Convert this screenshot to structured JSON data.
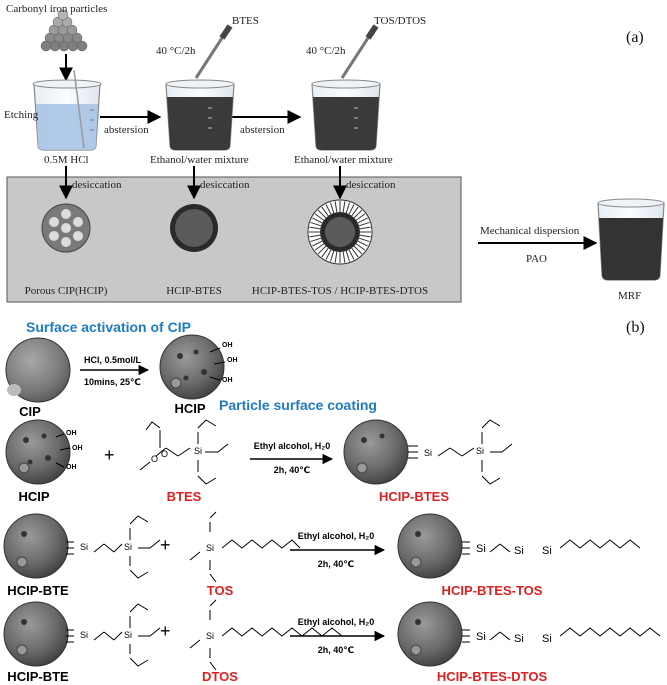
{
  "panel_a": {
    "tag": "(a)",
    "carbonyl_label": "Carbonyl iron particles",
    "etching_label": "Etching",
    "hcl_label": "0.5M HCl",
    "bt_reagent": "BTES",
    "tos_reagent": "TOS/DTOS",
    "temp_1": "40 °C/2h",
    "temp_2": "40 °C/2h",
    "abstersion_1": "abstersion",
    "abstersion_2": "abstersion",
    "ethanol_1": "Ethanol/water mixture",
    "ethanol_2": "Ethanol/water mixture",
    "desiccation_1": "desiccation",
    "desiccation_2": "desiccation",
    "desiccation_3": "desiccation",
    "porous_label": "Porous CIP(HCIP)",
    "hcip_btes_label": "HCIP-BTES",
    "hcip_tos_label": "HCIP-BTES-TOS / HCIP-BTES-DTOS",
    "mechanical_label": "Mechanical dispersion",
    "pao_label": "PAO",
    "mrf_label": "MRF"
  },
  "panel_b": {
    "tag": "(b)",
    "surface_activation_title": "Surface activation of CIP",
    "activation_cond_1": "HCl, 0.5mol/L",
    "activation_cond_2": "10mins, 25℃",
    "cip_label": "CIP",
    "hcip_label": "HCIP",
    "oh_label": "OH",
    "si_label": "Si",
    "o_label": "O",
    "plus": "+",
    "coating_title": "Particle surface coating",
    "row1": {
      "reactant": "HCIP",
      "reagent": "BTES",
      "cond_1": "Ethyl alcohol, H₂0",
      "cond_2": "2h, 40℃",
      "product": "HCIP-BTES"
    },
    "row2": {
      "reactant": "HCIP-BTE",
      "reagent": "TOS",
      "cond_1": "Ethyl alcohol, H₂0",
      "cond_2": "2h, 40℃",
      "product": "HCIP-BTES-TOS"
    },
    "row3": {
      "reactant": "HCIP-BTE",
      "reagent": "DTOS",
      "cond_1": "Ethyl alcohol, H₂0",
      "cond_2": "2h, 40℃",
      "product": "HCIP-BTES-DTOS"
    }
  },
  "colors": {
    "heading_blue": "#1f7bc4",
    "label_red": "#e02020",
    "panel_gray": "#c8c8c8"
  }
}
